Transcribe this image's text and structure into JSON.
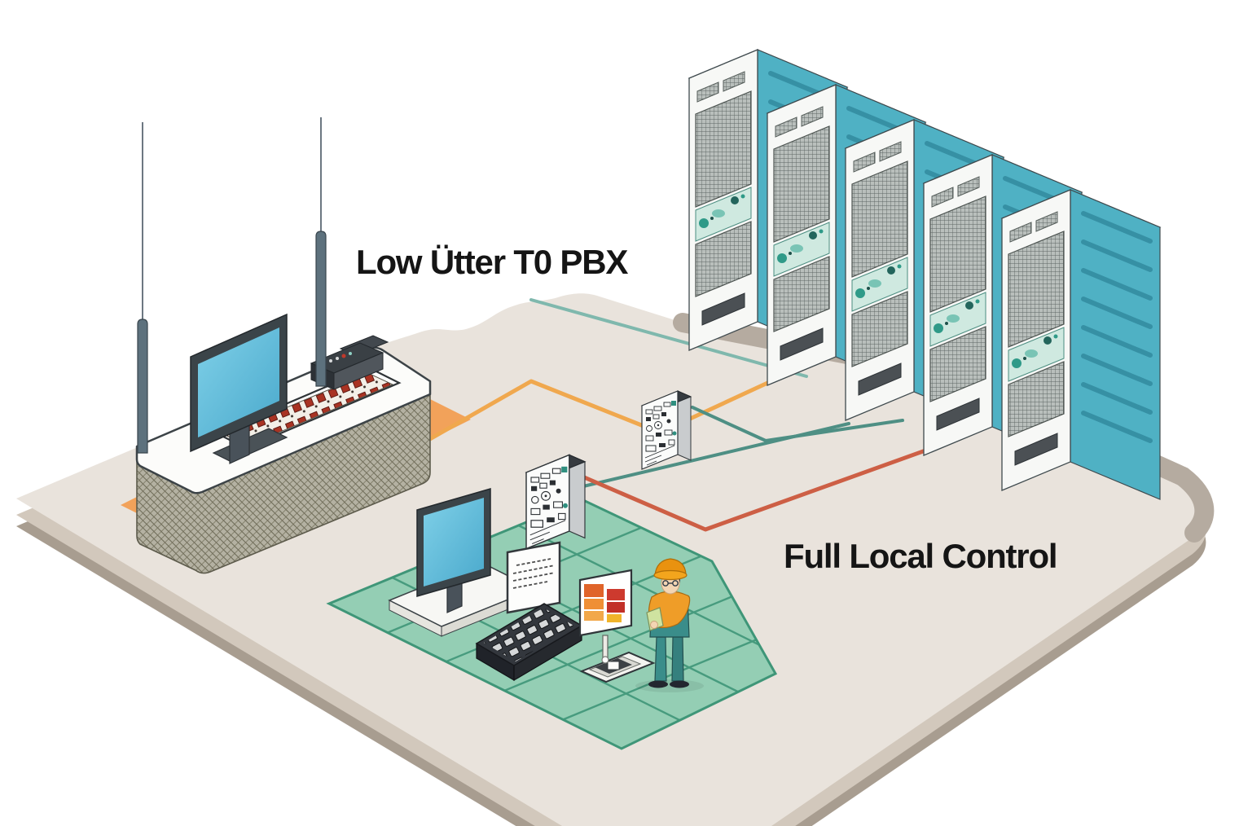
{
  "labels": {
    "pbx_link": "Low Ütter T0 PBX",
    "local_control": "Full Local Control"
  },
  "scene": {
    "server_rack_count": 5,
    "pbx_unit_count": 2,
    "objects": [
      "switchboard-desk",
      "patch-plug-rows",
      "antennas",
      "switchboard-monitor",
      "desk-radio-unit",
      "server-rack-row",
      "pbx-converter-units",
      "connection-cables",
      "control-floor-tiles",
      "control-monitor",
      "control-keyboard",
      "whiteboard",
      "chart-board",
      "device-tray",
      "field-engineer"
    ],
    "colors": {
      "background": "#ffffff",
      "platform_top": "#e9e3dc",
      "platform_side": "#d2c8bc",
      "platform_lip": "#a89d90",
      "edge_band": "#b5aba0",
      "orange_mat": "#f2a25a",
      "floor_tiles": "#94ceb4",
      "floor_grid": "#3f9678",
      "rack_front": "#f7f8f6",
      "rack_side_teal": "#4fb1c4",
      "rack_top_cyan": "#c4e6ed",
      "rack_band_teal": "#cfe9e0",
      "line_orange": "#f0a84e",
      "line_light_teal": "#7fb8ad",
      "line_dark_teal": "#4e8f84",
      "line_red": "#cd5f45",
      "screen_blue": "#5cb9d9",
      "plug_red": "#a93323",
      "monitor_frame": "#3b4449",
      "keyboard_body": "#33373d",
      "worker_vest_orange": "#ef9d28",
      "worker_suit_teal": "#3a8d8a",
      "chart_orange": "#ef8f35",
      "chart_red": "#cd3a2e",
      "chart_yellow": "#f0b42b",
      "label_text": "#151515"
    }
  }
}
